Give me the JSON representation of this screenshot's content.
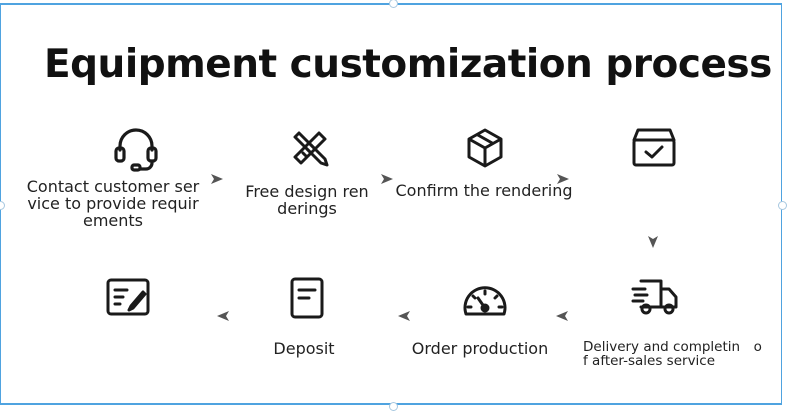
{
  "title": "Equipment customization process",
  "steps": [
    {
      "label_lines": [
        "Contact customer ser",
        "vice to provide requir",
        "ements"
      ],
      "icon": "headset-icon"
    },
    {
      "label_lines": [
        "Free design ren",
        "derings"
      ],
      "icon": "design-tools-icon"
    },
    {
      "label_lines": [
        "Confirm the rendering"
      ],
      "icon": "cube-icon"
    },
    {
      "label_lines": [],
      "icon": "box-check-icon"
    },
    {
      "label_lines": [
        "Delivery and completin o",
        "f after-sales service"
      ],
      "icon": "delivery-truck-icon"
    },
    {
      "label_lines": [
        "Order production"
      ],
      "icon": "gauge-icon"
    },
    {
      "label_lines": [
        "Deposit"
      ],
      "icon": "document-icon"
    },
    {
      "label_lines": [],
      "icon": "edit-form-icon"
    }
  ],
  "colors": {
    "accent_border": "#4fa3e0",
    "icon_stroke": "#1a1a1a",
    "arrow": "#555555"
  }
}
